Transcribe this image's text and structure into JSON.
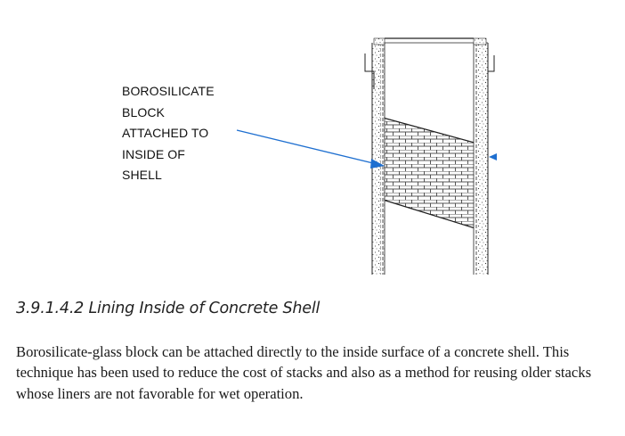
{
  "figure": {
    "callout_lines": [
      "BOROSILICATE",
      "BLOCK",
      "ATTACHED TO",
      "INSIDE OF",
      "SHELL"
    ],
    "colors": {
      "arrow": "#1e6fd0",
      "line": "#222222",
      "block": "#555555"
    }
  },
  "section": {
    "heading": "3.9.1.4.2 Lining Inside of Concrete Shell",
    "body": "Borosilicate-glass block can be attached directly to the inside surface of a concrete shell. This technique has been used to reduce the cost of stacks and also as a method for reusing older stacks whose liners are not favorable for wet operation."
  }
}
